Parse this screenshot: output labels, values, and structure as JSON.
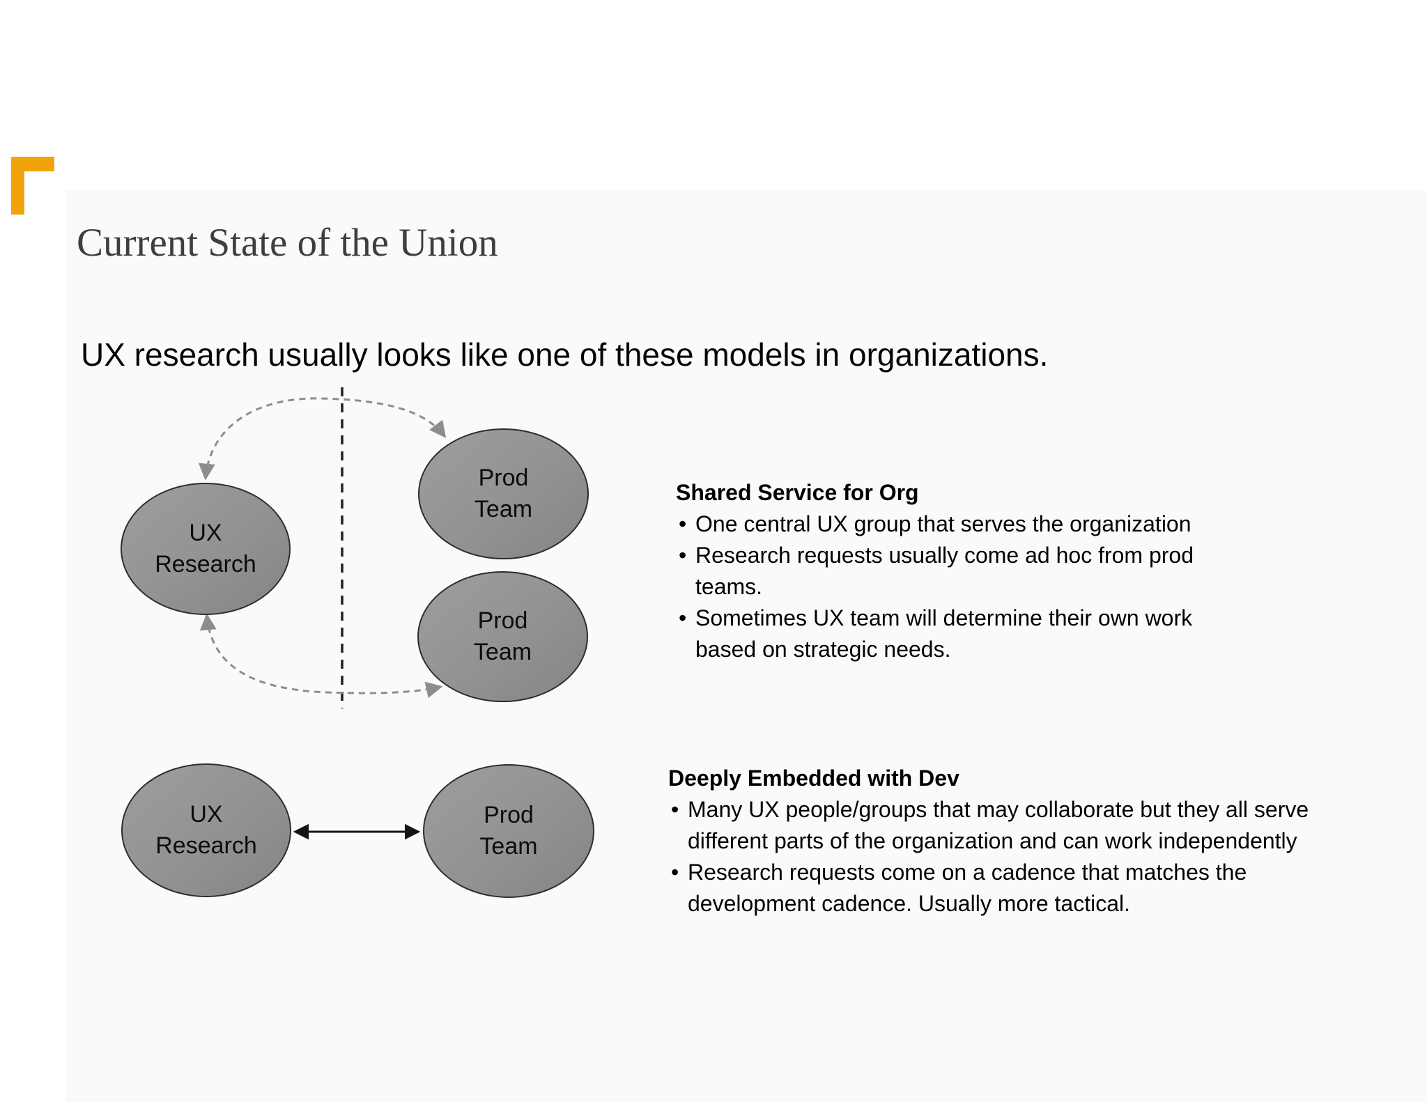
{
  "slide": {
    "title": "Current State of the Union",
    "subtitle": "UX research usually looks like one of these models in organizations.",
    "accent_color": "#F0A30A",
    "bullet_char": "•",
    "ellipse_fill": "#919191",
    "arc_color": "#8d8d8d"
  },
  "diagrams": {
    "shared_service": {
      "ux_ellipse": "UX\nResearch",
      "prod_ellipse_1": "Prod\nTeam",
      "prod_ellipse_2": "Prod\nTeam"
    },
    "embedded": {
      "ux_ellipse": "UX\nResearch",
      "prod_ellipse": "Prod\nTeam"
    }
  },
  "sections": [
    {
      "heading": "Shared Service for Org",
      "bullets": [
        "One central UX group that serves the organization",
        "Research requests usually come ad hoc from prod\nteams.",
        "Sometimes UX team will determine their own work\nbased on strategic needs."
      ]
    },
    {
      "heading": "Deeply Embedded with Dev",
      "bullets": [
        "Many UX people/groups that may collaborate but they all serve\ndifferent parts of the organization and can work independently",
        "Research requests come on a cadence that matches the\ndevelopment cadence. Usually more tactical."
      ]
    }
  ]
}
